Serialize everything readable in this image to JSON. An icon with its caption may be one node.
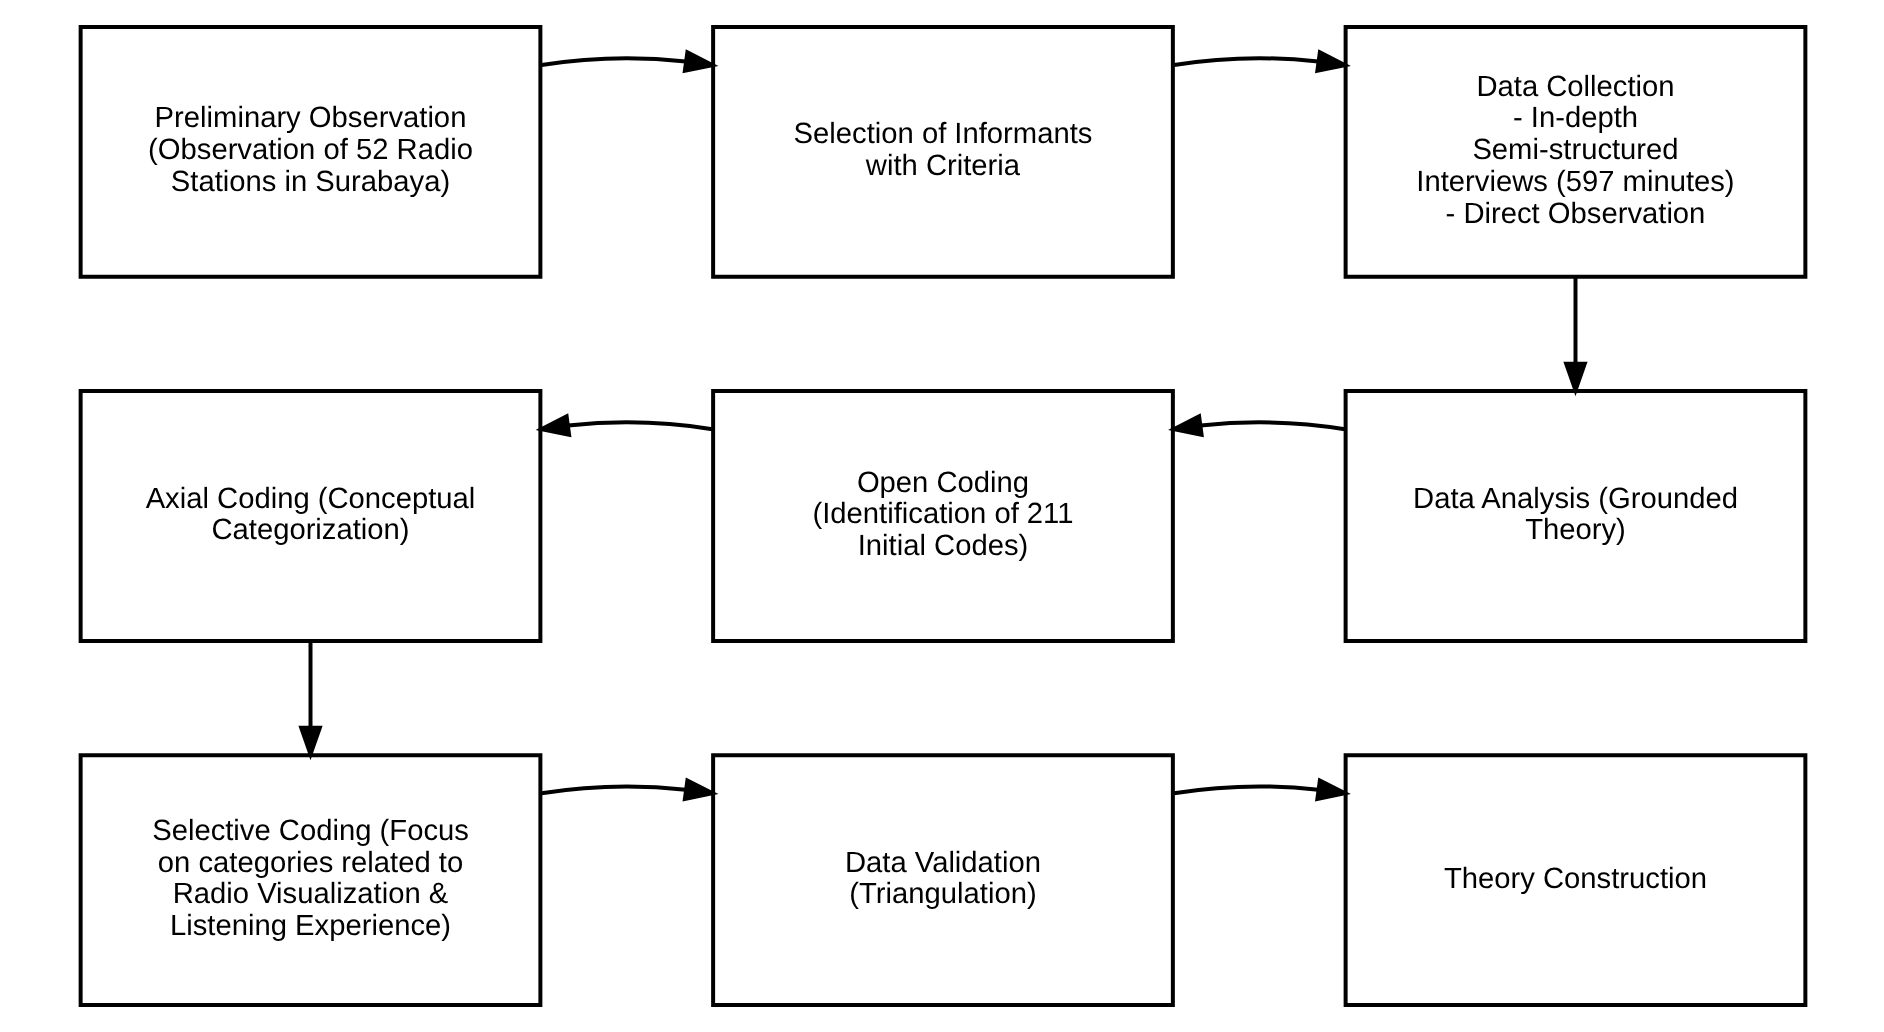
{
  "diagram": {
    "nodes": [
      {
        "text": [
          "Preliminary Observation (Observation of 52 Radio Stations in Surabaya)"
        ]
      },
      {
        "text": [
          "Selection of Informants with Criteria"
        ]
      },
      {
        "text": [
          "Data Collection - In-depth Semi-structured Interviews (597 minutes) - Direct Observation"
        ]
      },
      {
        "text": [
          "Data Analysis (Grounded Theory)"
        ]
      },
      {
        "text": [
          "Open Coding (Identification of 211 Initial Codes)"
        ]
      },
      {
        "text": [
          "Axial Coding (Conceptual Categorization)"
        ]
      },
      {
        "text": [
          "Selective Coding (Focus on categories related to Radio Visualization & Listening Experience)"
        ]
      },
      {
        "text": [
          "Data Validation (Triangulation)"
        ]
      },
      {
        "text": [
          "Theory Construction"
        ]
      }
    ],
    "edges": [
      {
        "from": 0,
        "to": 1,
        "arrow": "to"
      },
      {
        "from": 1,
        "to": 2,
        "arrow": "to"
      },
      {
        "from": 2,
        "to": 3,
        "arrow": "to"
      },
      {
        "from": 3,
        "to": 4,
        "arrow": "to"
      },
      {
        "from": 4,
        "to": 5,
        "arrow": "to"
      },
      {
        "from": 5,
        "to": 6,
        "arrow": "to"
      },
      {
        "from": 6,
        "to": 7,
        "arrow": "to"
      },
      {
        "from": 7,
        "to": 8,
        "arrow": "to"
      }
    ]
  }
}
